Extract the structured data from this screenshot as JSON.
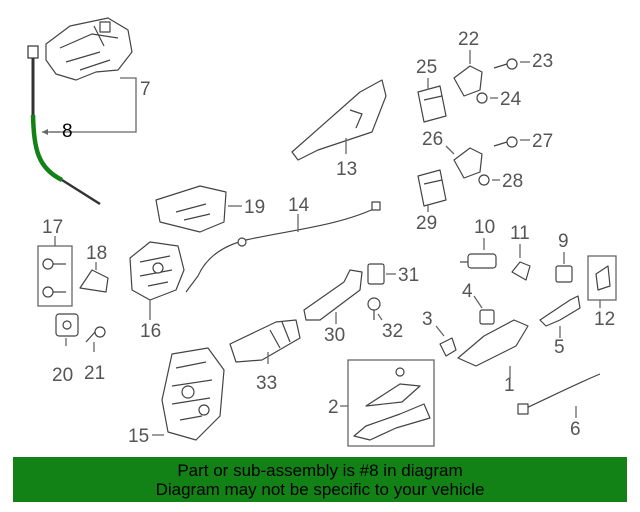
{
  "callouts": {
    "n1": "1",
    "n2": "2",
    "n3": "3",
    "n4": "4",
    "n5": "5",
    "n6": "6",
    "n7": "7",
    "n8": "8",
    "n9": "9",
    "n10": "10",
    "n11": "11",
    "n12": "12",
    "n13": "13",
    "n14": "14",
    "n15": "15",
    "n16": "16",
    "n17": "17",
    "n18": "18",
    "n19": "19",
    "n20": "20",
    "n21": "21",
    "n22": "22",
    "n23": "23",
    "n24": "24",
    "n25": "25",
    "n26": "26",
    "n27": "27",
    "n28": "28",
    "n29": "29",
    "n30": "30",
    "n31": "31",
    "n32": "32",
    "n33": "33"
  },
  "highlighted_part": "8",
  "footer": {
    "line1": "Part or sub-assembly is #8 in diagram",
    "line2": "Diagram may not be specific to your vehicle"
  },
  "colors": {
    "highlight": "#128216",
    "footer_bg": "#128216",
    "line": "#444444",
    "label": "#555555"
  }
}
